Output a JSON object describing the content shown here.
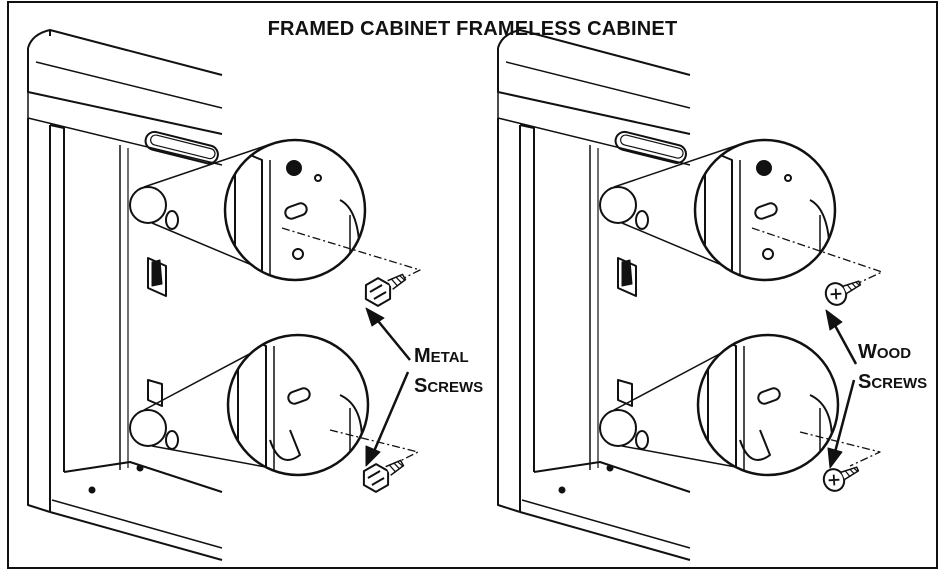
{
  "title": "FRAMED CABINET FRAMELESS CABINET",
  "panels": [
    {
      "id": "framed",
      "callout": {
        "line1": {
          "initial": "M",
          "rest": "ETAL"
        },
        "line2": {
          "initial": "S",
          "rest": "CREWS"
        }
      },
      "screw_icon": "hex-head-screw-icon"
    },
    {
      "id": "frameless",
      "callout": {
        "line1": {
          "initial": "W",
          "rest": "OOD"
        },
        "line2": {
          "initial": "S",
          "rest": "CREWS"
        }
      },
      "screw_icon": "phillips-head-screw-icon"
    }
  ],
  "colors": {
    "ink": "#111111",
    "background": "#ffffff"
  }
}
